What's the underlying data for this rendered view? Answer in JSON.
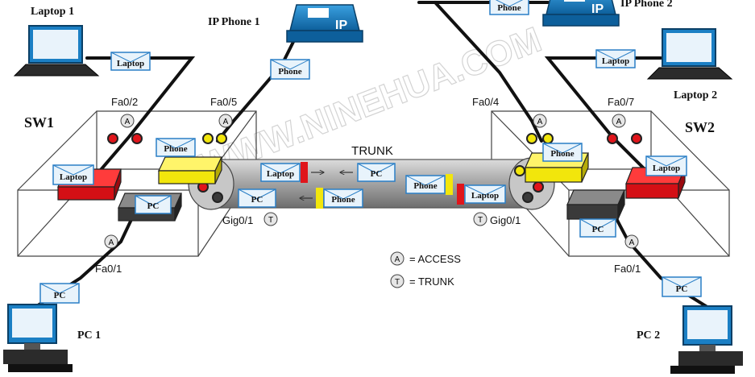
{
  "devices": {
    "laptop1": "Laptop 1",
    "ipphone1": "IP Phone 1",
    "ipphone2": "IP Phone 2",
    "laptop2": "Laptop 2",
    "pc1": "PC 1",
    "pc2": "PC 2",
    "sw1": "SW1",
    "sw2": "SW2"
  },
  "phone_screen_text": "IP",
  "ports": {
    "sw1_fa0_2": "Fa0/2",
    "sw1_fa0_5": "Fa0/5",
    "sw1_fa0_1": "Fa0/1",
    "sw1_gig0_1": "Gig0/1",
    "sw2_fa0_4": "Fa0/4",
    "sw2_fa0_7": "Fa0/7",
    "sw2_fa0_1": "Fa0/1",
    "sw2_gig0_1": "Gig0/1"
  },
  "trunk_label": "TRUNK",
  "frames": {
    "laptop": "Laptop",
    "phone": "Phone",
    "pc": "PC"
  },
  "port_marks": {
    "access": "A",
    "trunk": "T"
  },
  "legend": {
    "access_symbol": "A",
    "access_text": "= ACCESS",
    "trunk_symbol": "T",
    "trunk_text": "= TRUNK"
  },
  "watermark": "WWW.NINEHUA.COM",
  "colors": {
    "vlan_laptop": "#e0151b",
    "vlan_phone": "#f2e60c",
    "vlan_pc": "#3a3a3a",
    "envelope_border": "#2a7fc6",
    "envelope_fill": "#e8f3fb",
    "phone_body": "#1b7fc4",
    "cable": "#111111",
    "trunk_tube": "#a8a8a8"
  }
}
